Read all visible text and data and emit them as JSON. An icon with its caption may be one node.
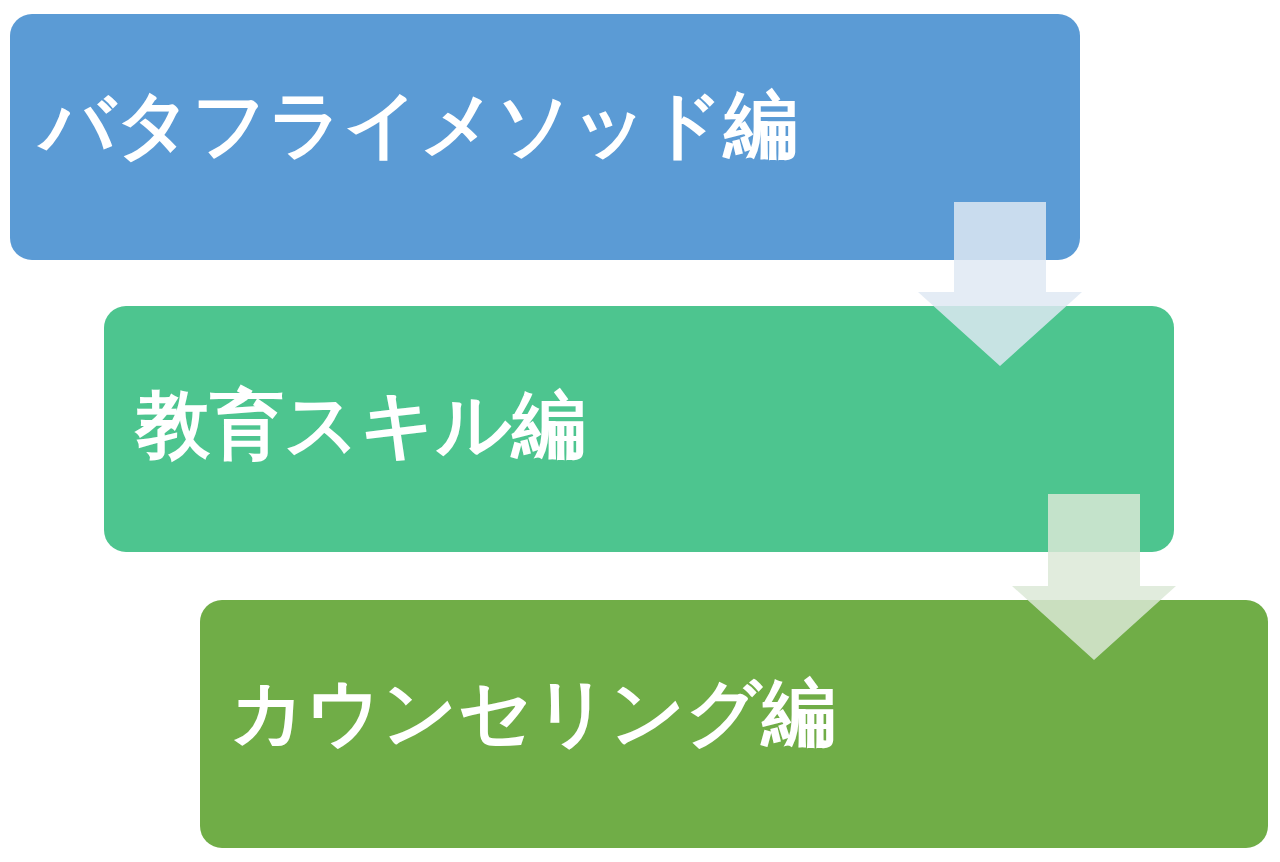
{
  "diagram": {
    "nodes": [
      {
        "text": [
          "バタフライメソッド編"
        ]
      },
      {
        "text": [
          "教育スキル編"
        ]
      },
      {
        "text": [
          "カウンセリング編"
        ]
      }
    ],
    "edges": [
      {
        "from": 0,
        "to": 1,
        "arrow": "to"
      },
      {
        "from": 1,
        "to": 2,
        "arrow": "to"
      }
    ]
  }
}
